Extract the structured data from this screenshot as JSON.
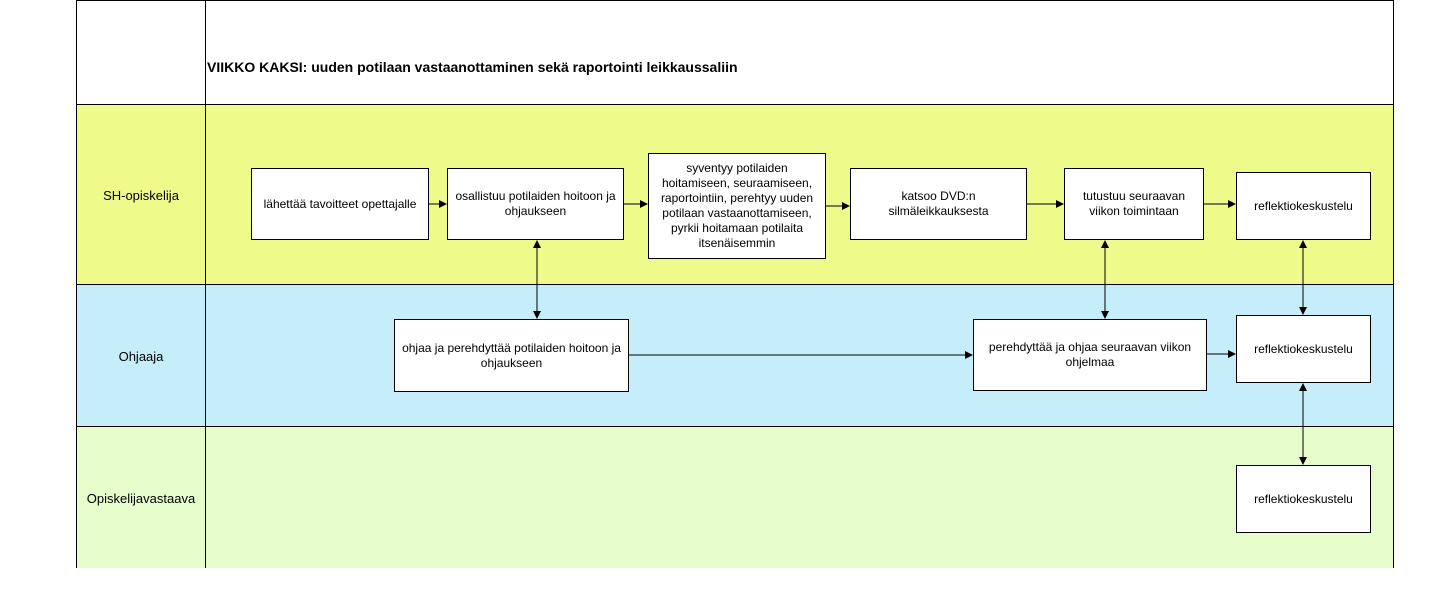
{
  "title": "VIIKKO KAKSI: uuden potilaan vastaanottaminen sekä raportointi leikkaussaliin",
  "lanes": [
    {
      "label": "SH-opiskelija",
      "color": "#eefa8a"
    },
    {
      "label": "Ohjaaja",
      "color": "#c5eefa"
    },
    {
      "label": "Opiskelijavastaava",
      "color": "#e6fccb"
    }
  ],
  "boxes": {
    "b1": "lähettää tavoitteet opettajalle",
    "b2": "osallistuu potilaiden hoitoon ja ohjaukseen",
    "b3": "syventyy potilaiden hoitamiseen, seuraamiseen, raportointiin, perehtyy uuden potilaan vastaanottamiseen, pyrkii hoitamaan potilaita itsenäisemmin",
    "b4": "katsoo DVD:n silmäleikkauksesta",
    "b5": "tutustuu seuraavan viikon toimintaan",
    "b6": "reflektiokeskustelu",
    "o1": "ohjaa ja perehdyttää potilaiden hoitoon ja ohjaukseen",
    "o2": "perehdyttää ja ohjaa seuraavan viikon ohjelmaa",
    "o3": "reflektiokeskustelu",
    "v1": "reflektiokeskustelu"
  }
}
